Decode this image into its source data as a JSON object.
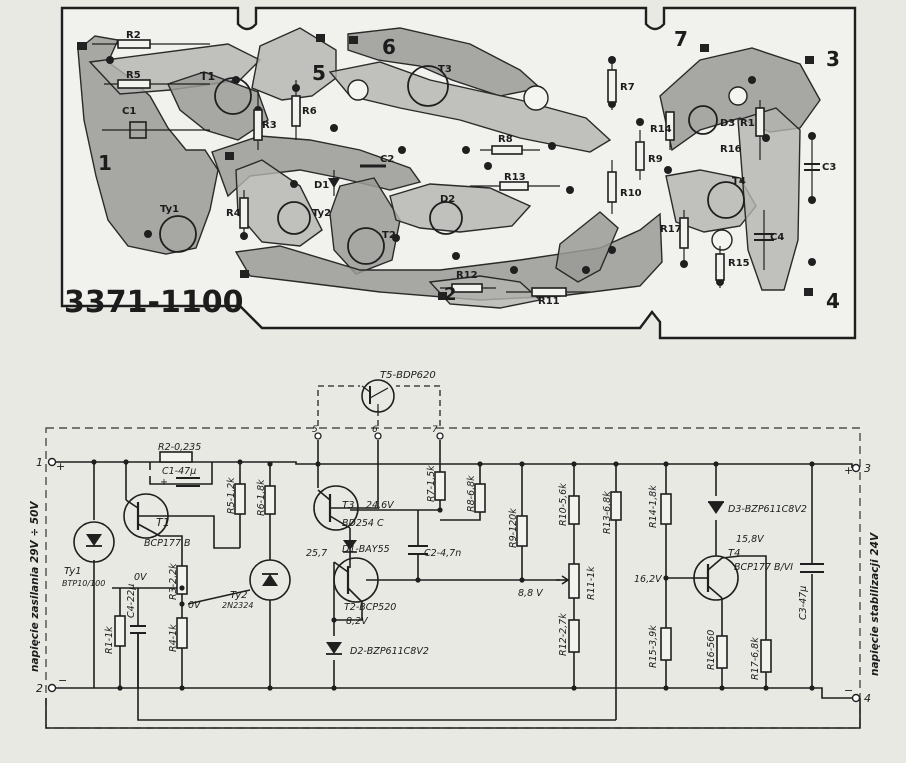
{
  "board_number": "3371-1100",
  "pcb_labels": {
    "areas": [
      "1",
      "2",
      "3",
      "4",
      "5",
      "6",
      "7"
    ],
    "components": [
      "R2",
      "R5",
      "T1",
      "C1",
      "R3",
      "R6",
      "T3",
      "R7",
      "R14",
      "D3",
      "R1",
      "R16",
      "R8",
      "C2",
      "D1",
      "R13",
      "R9",
      "R10",
      "C3",
      "T4",
      "R4",
      "Ty1",
      "Ty2",
      "D2",
      "T2",
      "R17",
      "C4",
      "R15",
      "R12",
      "R11"
    ]
  },
  "schematic": {
    "transistor_t5": "T5-BDP620",
    "nodes": {
      "n5": "5",
      "n6": "6",
      "n7": "7",
      "n1": "1",
      "n2": "2",
      "n3": "3",
      "n4": "4",
      "n1_sign": "+",
      "n2_sign": "−",
      "n3_sign": "+",
      "n4_sign": "−"
    },
    "labels": {
      "r2": "R2-0,235",
      "c1": "C1-47μ",
      "c1_plus": "+",
      "t1": "T1",
      "t1_type": "BCP177 B",
      "r5": "R5-1,2k",
      "r6": "R6-1,8k",
      "r7": "R7-1,5k",
      "r8": "R8-6,8k",
      "r9": "R9-120k",
      "r10": "R10-5,6k",
      "r13": "R13-6,8k",
      "r14": "R14-1,8k",
      "t3": "T3",
      "t3_volt": "24,6V",
      "t3_type": "BD254 C",
      "d1": "D1-BAY55",
      "v257": "25,7",
      "c2": "C2-4,7n",
      "d3": "D3-BZP611C8V2",
      "v158": "15,8V",
      "t4": "T4",
      "t4_type": "BCP177 B/VI",
      "v162": "16,2V",
      "c3": "C3-47μ",
      "ty1": "Ty1",
      "ty1_type": "BTP10/100",
      "r1": "R1-1k",
      "c4": "C4-22μ",
      "v0a": "0V",
      "r3": "R3-2,2k",
      "v0b": "0V",
      "r4": "R4-1k",
      "ty2": "Ty2",
      "ty2_type": "2N2324",
      "t2": "T2-BCP520",
      "v82": "8,2V",
      "v88": "8,8 V",
      "r11": "R11-1k",
      "r12": "R12-2,7k",
      "d2": "D2-BZP611C8V2",
      "r15": "R15-3,9k",
      "r16": "R16-560",
      "r17": "R17-6,8k",
      "supply_in": "napięcie zasilania 29V ÷ 50V",
      "supply_out": "napięcie stabilizacji 24V"
    }
  }
}
